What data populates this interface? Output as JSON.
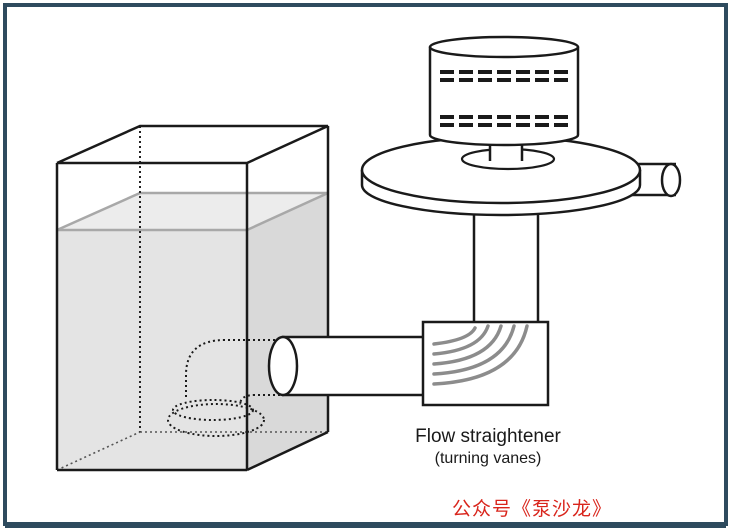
{
  "diagram": {
    "caption": {
      "main": "Flow straightener",
      "sub": "(turning vanes)"
    },
    "watermark": "公众号《泵沙龙》"
  }
}
